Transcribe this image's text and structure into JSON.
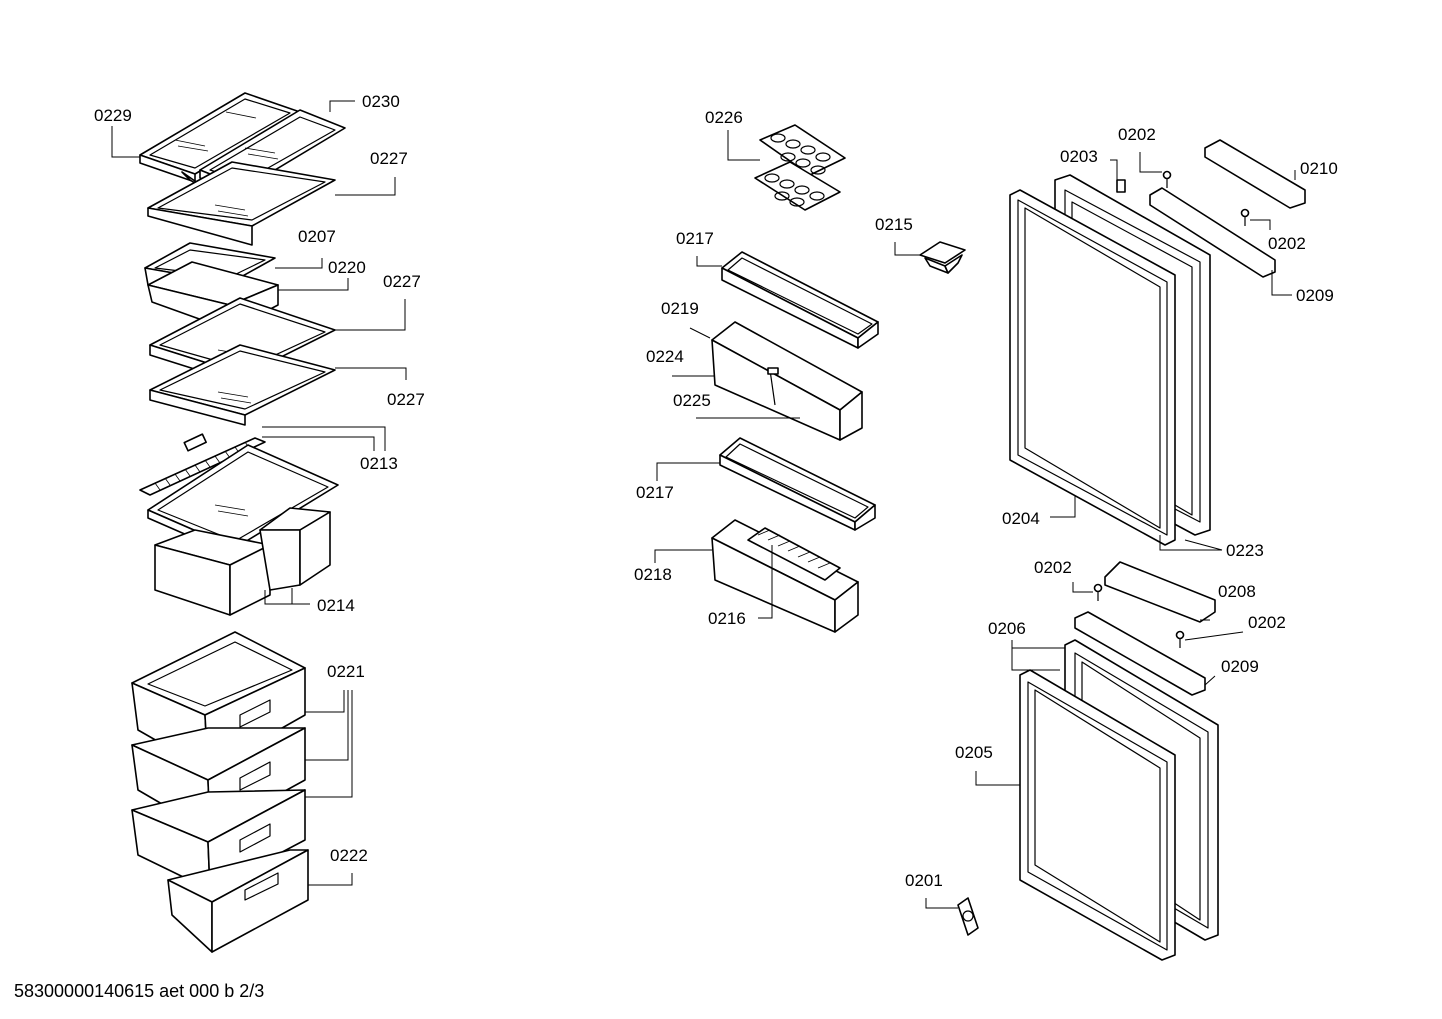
{
  "diagram": {
    "footer": "58300000140615 aet 000 b 2/3",
    "labels": {
      "p0229": "0229",
      "p0230": "0230",
      "p0227a": "0227",
      "p0207": "0207",
      "p0220": "0220",
      "p0227b": "0227",
      "p0227c": "0227",
      "p0213": "0213",
      "p0214": "0214",
      "p0221": "0221",
      "p0222": "0222",
      "p0226": "0226",
      "p0215": "0215",
      "p0217a": "0217",
      "p0219": "0219",
      "p0224": "0224",
      "p0225": "0225",
      "p0217b": "0217",
      "p0218": "0218",
      "p0216": "0216",
      "p0203": "0203",
      "p0202a": "0202",
      "p0210": "0210",
      "p0202b": "0202",
      "p0209a": "0209",
      "p0204": "0204",
      "p0223": "0223",
      "p0202c": "0202",
      "p0208": "0208",
      "p0206": "0206",
      "p0202d": "0202",
      "p0209b": "0209",
      "p0205": "0205",
      "p0201": "0201"
    }
  }
}
